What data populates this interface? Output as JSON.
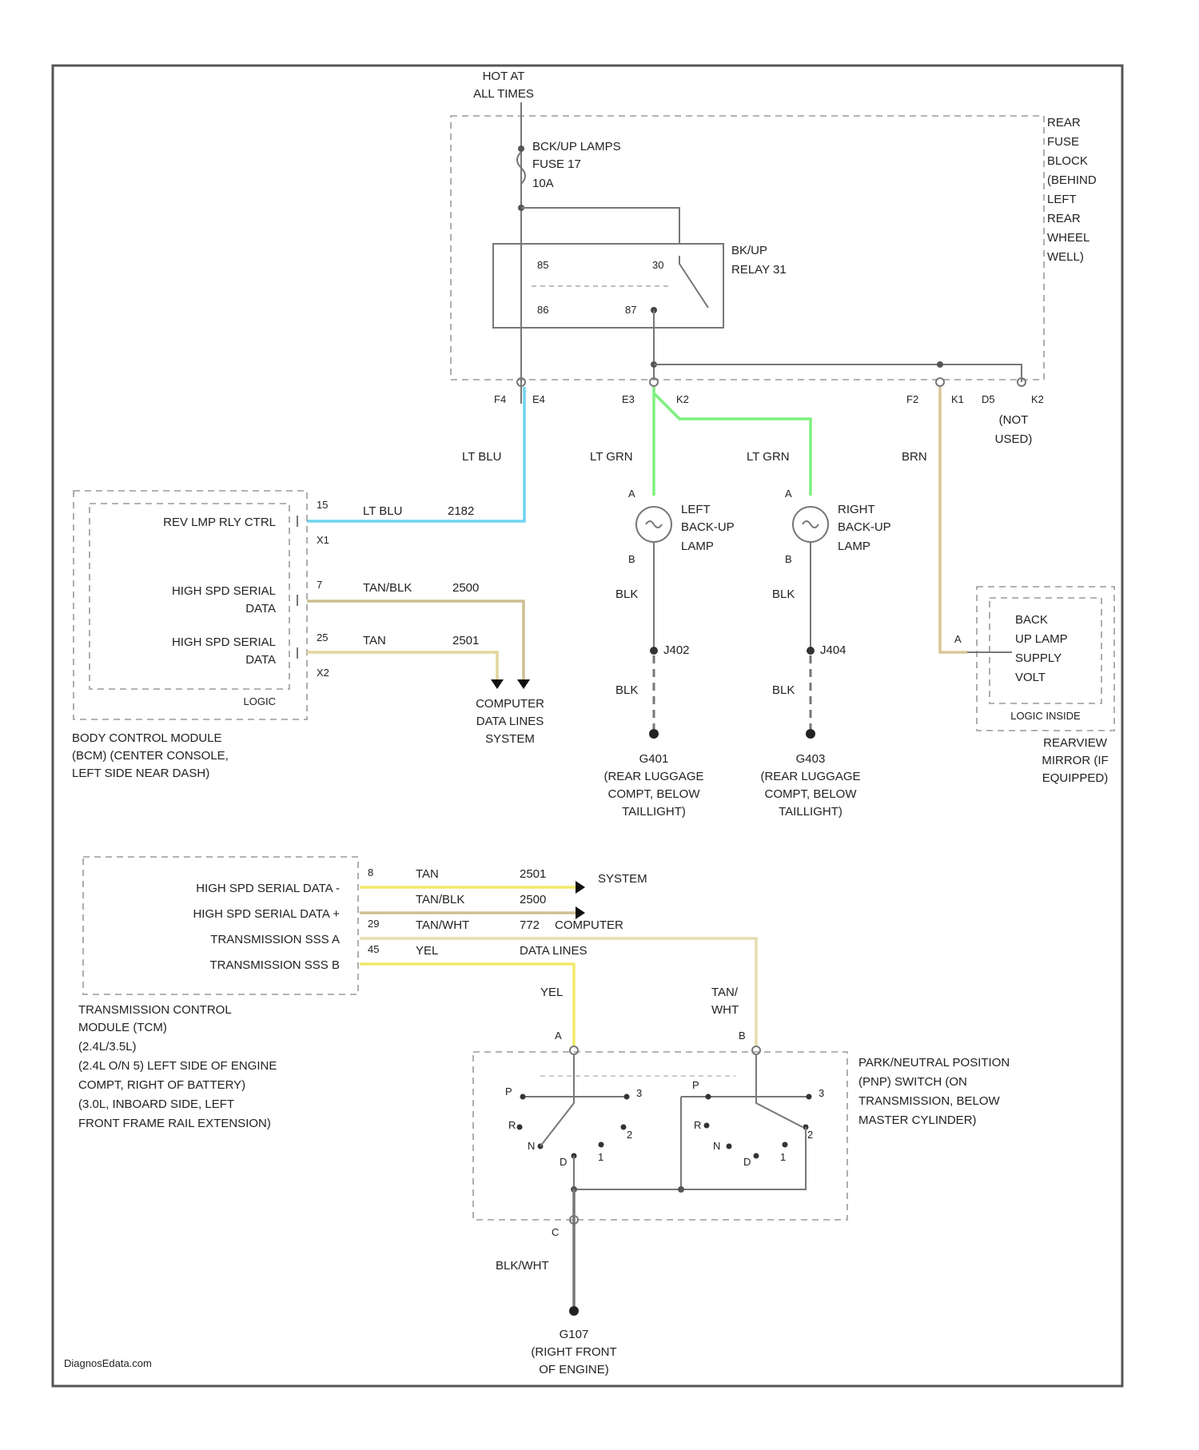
{
  "colors": {
    "lt_blu": "#6fd3f0",
    "lt_grn": "#7ff07f",
    "brn": "#d8c79a",
    "tan": "#e3d49c",
    "tan_blk": "#cdbf92",
    "yel": "#f1e96a",
    "tan_wht": "#e7dcae",
    "gray_wire": "#8a8a8a",
    "frame": "#555555"
  },
  "top": {
    "hot_at_all_times": [
      "HOT AT",
      "ALL TIMES"
    ],
    "fuse_label": [
      "BCK/UP LAMPS",
      "FUSE 17",
      "10A"
    ],
    "relay_label": [
      "BK/UP",
      "RELAY 31"
    ],
    "relay_pins": [
      "30",
      "85",
      "86",
      "87"
    ],
    "rear_fuse_block_label": [
      "REAR",
      "FUSE",
      "BLOCK",
      "(BEHIND",
      "LEFT",
      "REAR",
      "WHEEL",
      "WELL)"
    ],
    "connector_pins_left": [
      "F4",
      "E4"
    ],
    "connector_pins_mid": [
      "E3",
      "K2"
    ],
    "connector_pins_right": [
      "F2",
      "K1",
      "D5",
      "K2"
    ],
    "not_used": [
      "(NOT",
      "USED)"
    ]
  },
  "bcm": {
    "rows": [
      {
        "label": "REV LMP RLY CTRL",
        "pin": "15",
        "conn": "X1"
      },
      {
        "label": "HIGH SPD SERIAL DATA",
        "pin": "7",
        "conn": ""
      },
      {
        "label": "HIGH SPD SERIAL DATA",
        "pin": "25",
        "conn": "X2"
      }
    ],
    "row1_lines": [
      "HIGH SPD SERIAL",
      "DATA"
    ],
    "row2_lines": [
      "HIGH SPD SERIAL",
      "DATA"
    ],
    "logic_label": "LOGIC",
    "caption": [
      "BODY CONTROL MODULE",
      "(BCM) (CENTER CONSOLE,",
      "LEFT SIDE NEAR DASH)"
    ],
    "wire1": {
      "color": "LT BLU",
      "circuit": "2182"
    },
    "wire2": {
      "color": "TAN/BLK",
      "circuit": "2500"
    },
    "wire3": {
      "color": "TAN",
      "circuit": "2501"
    },
    "computer_data_lines": [
      "COMPUTER",
      "DATA LINES",
      "SYSTEM"
    ],
    "feed_wire_label": "LT BLU"
  },
  "lamps": {
    "left": {
      "label": [
        "LEFT",
        "BACK-UP",
        "LAMP"
      ],
      "wire_top": "LT GRN",
      "pin_a": "A",
      "pin_b": "B",
      "wire_bottom": "BLK",
      "splice": "J402",
      "wire_ground": "BLK",
      "ground": [
        "G401",
        "(REAR LUGGAGE",
        "COMPT, BELOW",
        "TAILLIGHT)"
      ]
    },
    "right": {
      "label": [
        "RIGHT",
        "BACK-UP",
        "LAMP"
      ],
      "wire_top": "LT GRN",
      "pin_a": "A",
      "pin_b": "B",
      "wire_bottom": "BLK",
      "splice": "J404",
      "wire_ground": "BLK",
      "ground": [
        "G403",
        "(REAR LUGGAGE",
        "COMPT, BELOW",
        "TAILLIGHT)"
      ]
    }
  },
  "mirror": {
    "wire": "BRN",
    "pin": "A",
    "inner": [
      "BACK",
      "UP LAMP",
      "SUPPLY",
      "VOLT"
    ],
    "logic_inside": "LOGIC INSIDE",
    "caption": [
      "REARVIEW",
      "MIRROR (IF",
      "EQUIPPED)"
    ]
  },
  "tcm": {
    "rows": [
      {
        "label": "HIGH SPD SERIAL DATA -",
        "pin": "8",
        "wire": "TAN",
        "circuit": "2501"
      },
      {
        "label": "HIGH SPD SERIAL DATA +",
        "pin": "",
        "wire": "TAN/BLK",
        "circuit": "2500"
      },
      {
        "label": "TRANSMISSION SSS A",
        "pin": "29",
        "wire": "TAN/WHT",
        "circuit": "772"
      },
      {
        "label": "TRANSMISSION SSS B",
        "pin": "45",
        "wire": "YEL",
        "circuit": ""
      }
    ],
    "system_labels": [
      "SYSTEM",
      "COMPUTER",
      "DATA LINES"
    ],
    "caption": [
      "TRANSMISSION CONTROL",
      "MODULE (TCM)",
      "(2.4L/3.5L)",
      "(2.4L O/N 5) LEFT SIDE OF ENGINE",
      "COMPT, RIGHT OF BATTERY)",
      "(3.0L, INBOARD SIDE, LEFT",
      "FRONT FRAME RAIL EXTENSION)"
    ]
  },
  "pnp": {
    "wire_left": "YEL",
    "wire_right": [
      "TAN/",
      "WHT"
    ],
    "pin_left": "A",
    "pin_right": "B",
    "positions_left": [
      "P",
      "R",
      "N",
      "D",
      "1",
      "2",
      "3"
    ],
    "positions_right": [
      "P",
      "R",
      "N",
      "D",
      "1",
      "2",
      "3"
    ],
    "caption": [
      "PARK/NEUTRAL POSITION",
      "(PNP) SWITCH (ON",
      "TRANSMISSION, BELOW",
      "MASTER CYLINDER)"
    ],
    "bottom_pin": "C",
    "ground_wire": "BLK/WHT",
    "ground": [
      "G107",
      "(RIGHT FRONT",
      "OF ENGINE)"
    ]
  },
  "footer": {
    "watermark": "DiagnosEdata.com"
  }
}
